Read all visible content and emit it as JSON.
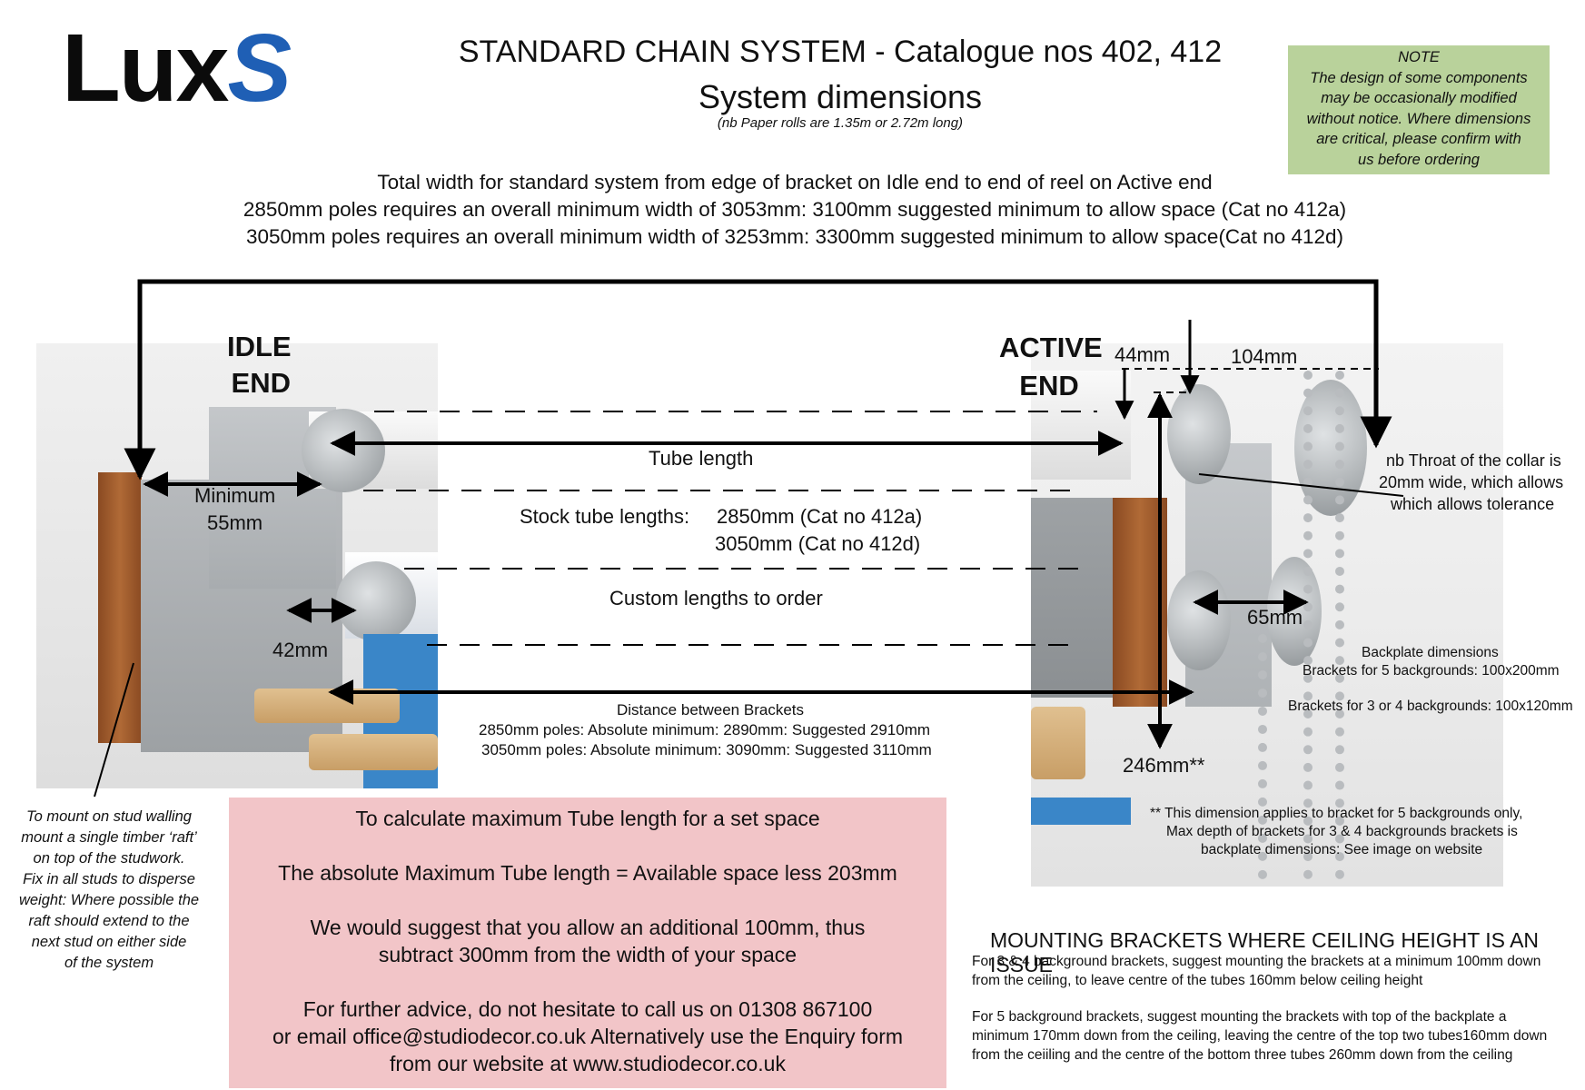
{
  "logo": {
    "part1": "Lux",
    "part2": "S"
  },
  "title": {
    "line1": "STANDARD CHAIN SYSTEM - Catalogue nos 402, 412",
    "line2": "System dimensions",
    "line3": "(nb Paper rolls are 1.35m or 2.72m long)"
  },
  "note": {
    "heading": "NOTE",
    "lines": [
      "The design of some components",
      "may be occasionally modified",
      "without notice.  Where dimensions",
      "are critical, please confirm with",
      "us  before ordering"
    ]
  },
  "intro": {
    "line1": "Total width for standard system from edge of bracket on Idle end to end of reel on Active end",
    "line2": "2850mm poles requires an overall minimum width of 3053mm: 3100mm suggested minimum to allow space (Cat no 412a)",
    "line3": "3050mm poles requires an overall minimum width of 3253mm: 3300mm suggested minimum to allow space(Cat no 412d)"
  },
  "diagram": {
    "idle_line1": "IDLE",
    "idle_line2": "END",
    "active_line1": "ACTIVE",
    "active_line2": "END",
    "tube_length": "Tube length",
    "minimum": "Minimum",
    "min_55": "55mm",
    "stock_label": "Stock tube lengths:",
    "stock_a": "2850mm (Cat no 412a)",
    "stock_d": "3050mm (Cat no 412d)",
    "custom": "Custom lengths to order",
    "dim_42": "42mm",
    "dim_44": "44mm",
    "dim_104": "104mm",
    "dim_65": "65mm",
    "dim_246": "246mm**",
    "throat1": "nb Throat of the collar is",
    "throat2": "20mm wide, which allows",
    "throat3": "which allows tolerance",
    "backplate_title": "Backplate dimensions",
    "backplate_5": "Brackets for 5 backgrounds: 100x200mm",
    "backplate_34": "Brackets for 3 or 4 backgrounds: 100x120mm",
    "dist_title": "Distance between Brackets",
    "dist_2850": "2850mm poles:  Absolute minimum: 2890mm: Suggested 2910mm",
    "dist_3050": "3050mm poles: Absolute minimum: 3090mm: Suggested 3110mm",
    "star1": "** This dimension applies to bracket for 5 backgrounds only,",
    "star2": "Max depth of brackets for 3 & 4 backgrounds brackets is",
    "star3": "backplate dimensions:  See image on website"
  },
  "mount_note": [
    "To mount on stud walling",
    "mount a single timber ‘raft’",
    "on top of the studwork.",
    "Fix in all studs to disperse",
    "weight: Where possible the",
    "raft should extend to the",
    "next stud on either side",
    "of the system"
  ],
  "calc": {
    "line1": "To calculate maximum Tube length for a set space",
    "line2": "The absolute Maximum Tube length = Available space  less 203mm",
    "line3": "We would suggest that you allow an additional 100mm, thus",
    "line4": "subtract 300mm from the width of your space",
    "line5": "For further advice, do not hesitate to call us on 01308 867100",
    "line6": "or email office@studiodecor.co.uk   Alternatively use the Enquiry form",
    "line7": "from our website at www.studiodecor.co.uk"
  },
  "mounting": {
    "title": "MOUNTING BRACKETS WHERE CEILING HEIGHT IS AN ISSUE",
    "p1a": "For 3 & 4 background brackets, suggest mounting the brackets at a minimum 100mm down",
    "p1b": "from the ceiling, to leave centre of the tubes 160mm below ceiling height",
    "p2a": "For 5 background brackets, suggest mounting the brackets with top of the backplate  a",
    "p2b": "minimum 170mm down from the ceiling, leaving the centre of the top two tubes160mm down",
    "p2c": "from the ceiiling and the centre of the bottom three tubes 260mm down from the ceiling"
  },
  "colors": {
    "logo_blue": "#1f5fb5",
    "note_green": "#b9d29b",
    "calc_pink": "#f2c5c8"
  }
}
